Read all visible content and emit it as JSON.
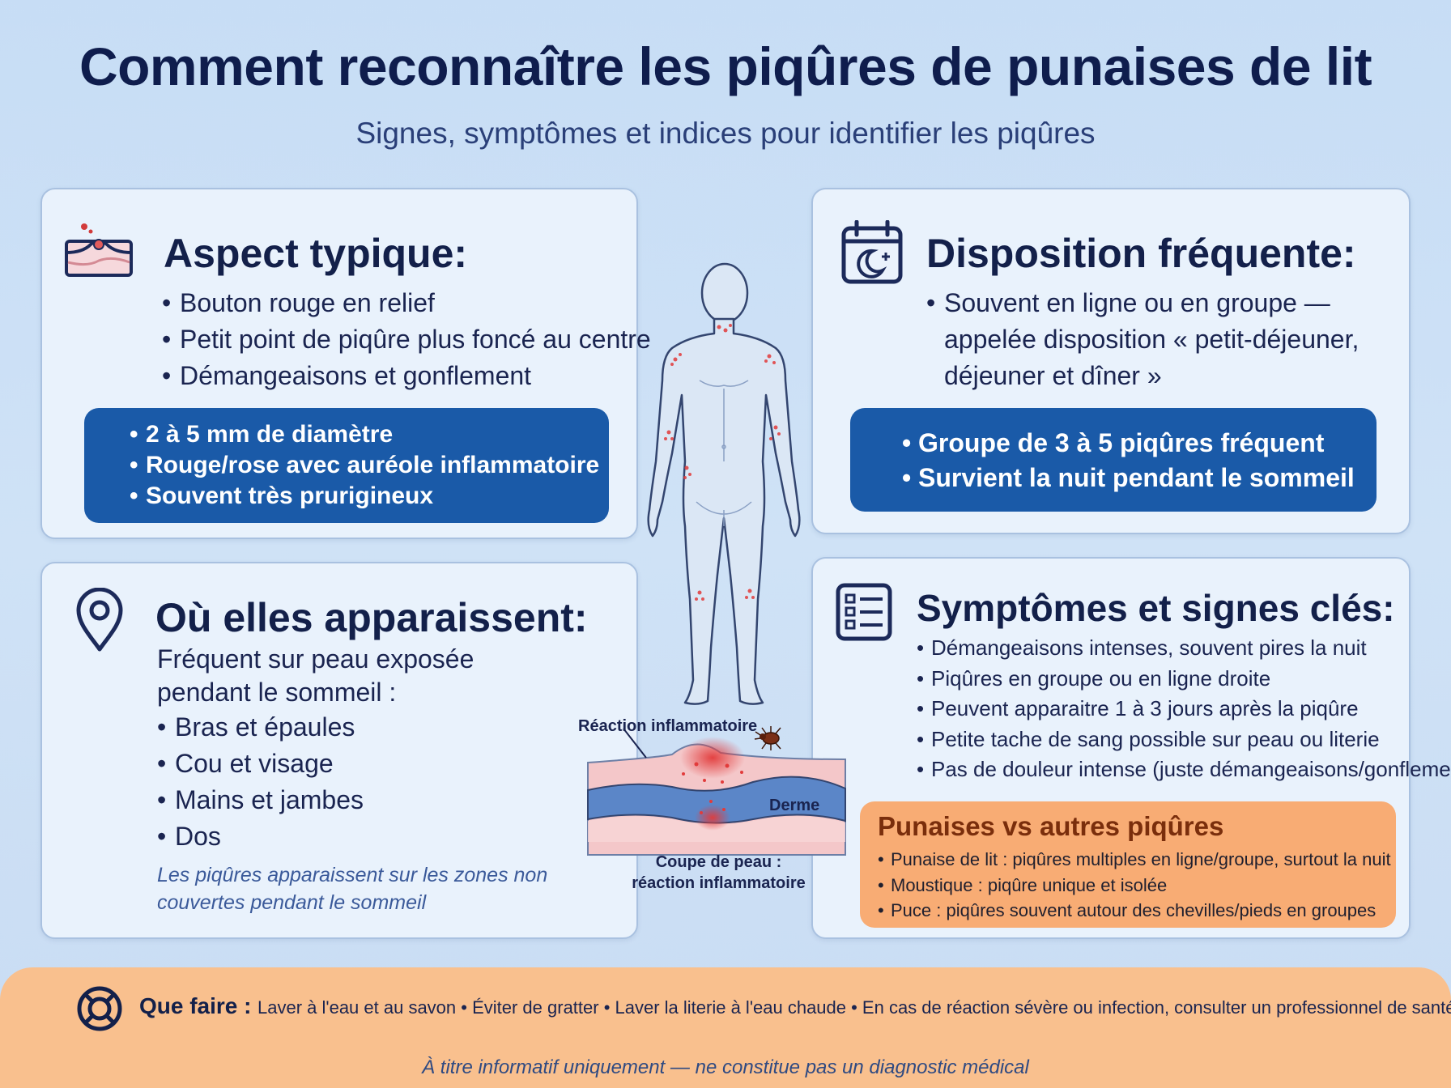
{
  "header": {
    "title": "Comment reconnaître les piqûres de punaises de lit",
    "subtitle": "Signes, symptômes et indices pour identifier les piqûres"
  },
  "aspect": {
    "heading": "Aspect typique:",
    "bullets": [
      "Bouton rouge en relief",
      "Petit point de piqûre plus foncé au centre",
      "Démangeaisons et gonflement"
    ],
    "highlights": [
      "2 à 5 mm de diamètre",
      "Rouge/rose avec auréole inflammatoire",
      "Souvent très prurigineux"
    ],
    "icon": "skin-bump-icon"
  },
  "disposition": {
    "heading": "Disposition fréquente:",
    "text_lines": [
      "Souvent en ligne ou en groupe —",
      "appelée disposition « petit-déjeuner,",
      "déjeuner et dîner »"
    ],
    "highlights": [
      "Groupe de 3 à 5 piqûres fréquent",
      "Survient la nuit pendant le sommeil"
    ],
    "icon": "calendar-moon-icon"
  },
  "location": {
    "heading": "Où elles apparaissent:",
    "intro_lines": [
      "Fréquent sur peau exposée",
      "pendant le sommeil :"
    ],
    "bullets": [
      "Bras et épaules",
      "Cou et visage",
      "Mains et jambes",
      "Dos"
    ],
    "note_lines": [
      "Les piqûres apparaissent sur les zones non",
      "couvertes pendant le sommeil"
    ],
    "icon": "map-pin-icon"
  },
  "symptoms": {
    "heading": "Symptômes et signes clés:",
    "bullets": [
      "Démangeaisons intenses, souvent pires la nuit",
      "Piqûres en groupe ou en ligne droite",
      "Peuvent apparaitre 1 à 3 jours après la piqûre",
      "Petite tache de sang possible sur peau ou literie",
      "Pas de douleur intense (juste démangeaisons/gonflement)"
    ],
    "icon": "checklist-icon",
    "comparison": {
      "title": "Punaises vs autres piqûres",
      "items": [
        "Punaise de lit : piqûres multiples en ligne/groupe, surtout la nuit",
        "Moustique : piqûre unique et isolée",
        "Puce : piqûres souvent autour des chevilles/pieds en groupes"
      ]
    }
  },
  "diagram": {
    "label_reaction": "Réaction inflammatoire",
    "label_derme": "Derme",
    "caption_lines": [
      "Coupe de peau :",
      "réaction inflammatoire"
    ]
  },
  "footer": {
    "heading": "Que faire :",
    "actions": "Laver à l'eau et au savon • Éviter de gratter • Laver la literie à l'eau chaude • En cas de réaction sévère ou infection, consulter un professionnel de santé",
    "disclaimer": "À titre informatif uniquement — ne constitue pas un diagnostic médical",
    "icon": "lifebuoy-icon"
  },
  "colors": {
    "background": "#c7ddf5",
    "title": "#0f1d4d",
    "blue_box": "#1a5aa8",
    "orange_box": "#f8ac74",
    "footer": "#f9c08e",
    "bite_red": "#e23b3b"
  }
}
